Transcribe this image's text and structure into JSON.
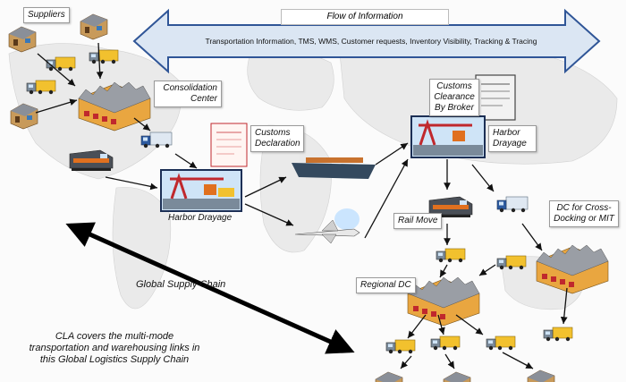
{
  "flow": {
    "title": "Flow of Information",
    "text": "Transportation Information, TMS, WMS, Customer requests, Inventory Visibility, Tracking & Tracing"
  },
  "labels": {
    "suppliers": "Suppliers",
    "consolidation": "Consolidation Center",
    "customs_declaration": "Customs Declaration",
    "harbor_drayage_left": "Harbor Drayage",
    "customs_clearance": "Customs Clearance By Broker",
    "harbor_drayage_right": "Harbor Drayage",
    "rail_move": "Rail Move",
    "dc_cross_docking": "DC for Cross-Docking or MIT",
    "regional_dc": "Regional DC",
    "global_supply_chain": "Global Supply Chain",
    "cla_note": "CLA covers the multi-mode transportation and warehousing links in this Global Logistics Supply Chain"
  },
  "colors": {
    "arrow_fill": "#dbe6f3",
    "arrow_stroke": "#2f5597",
    "truck_yellow": "#f2c12e",
    "warehouse_orange": "#e9a640",
    "crane_red": "#c0282d",
    "ship_navy": "#34495e"
  }
}
